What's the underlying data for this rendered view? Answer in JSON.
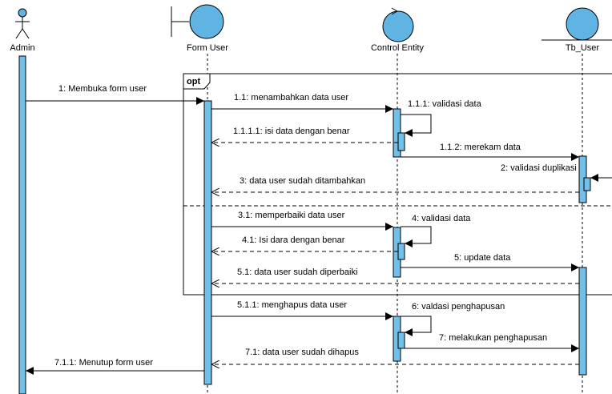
{
  "participants": {
    "admin": "Admin",
    "form_user": "Form User",
    "control_entity": "Control Entity",
    "tb_user": "Tb_User"
  },
  "fragment": {
    "operator": "opt"
  },
  "messages": {
    "m1": "1: Membuka form user",
    "m1_1": "1.1: menambahkan data user",
    "m1_1_1": "1.1.1: validasi data",
    "m1_1_1_1": "1.1.1.1: isi data dengan benar",
    "m1_1_2": "1.1.2: merekam data",
    "m2": "2: validasi duplikasi",
    "m3": "3: data user sudah ditambahkan",
    "m3_1": "3.1: memperbaiki data user",
    "m4": "4: validasi data",
    "m4_1": "4.1: Isi dara dengan benar",
    "m5": "5: update data",
    "m5_1": "5.1: data user sudah diperbaiki",
    "m5_1_1": "5.1.1: menghapus data user",
    "m6": "6: valdasi penghapusan",
    "m7": "7: melakukan penghapusan",
    "m7_1": "7.1: data user sudah dihapus",
    "m7_1_1": "7.1.1: Menutup form user"
  },
  "colors": {
    "activation_fill": "#72c0e8",
    "participant_fill": "#5fb4e4",
    "stroke": "#000000"
  }
}
